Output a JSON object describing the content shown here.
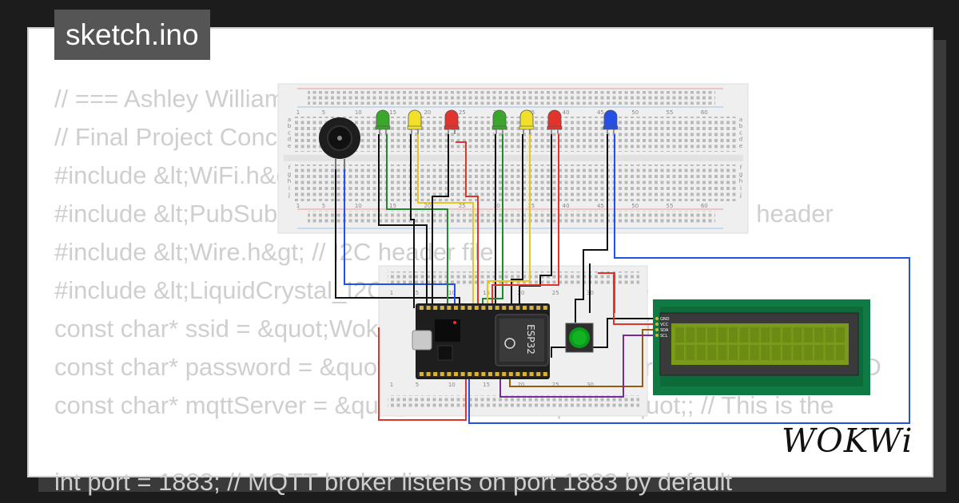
{
  "file_tab": {
    "label": "sketch.ino"
  },
  "code": {
    "lines": [
      "// === Ashley Williams ===",
      "// Final Project Concept",
      "#include &lt;WiFi.h&gt;",
      "#include &lt;PubSubClient.h&gt; // MQTT publish and subscribe header",
      "#include &lt;Wire.h&gt; // I2C header file",
      "#include &lt;LiquidCrystal_I2C.h&gt; // LCD header file",
      "const char* ssid = &quot;Wokwi-GUEST&quot;; // WiFi access point",
      "const char* password = &quot;&quot;; // no password required for this SSID",
      "const char* mqttServer = &quot;broker.hivemq.com&quot;; // This is the",
      "",
      "int port = 1883; // MQTT broker listens on port 1883 by default"
    ]
  },
  "breadboard_top": {
    "numbers": [
      "1",
      "5",
      "10",
      "15",
      "20",
      "25",
      "30",
      "35",
      "40",
      "45",
      "50",
      "55",
      "60"
    ],
    "rows": [
      "a",
      "b",
      "c",
      "d",
      "e",
      "f",
      "g",
      "h",
      "i",
      "j"
    ]
  },
  "breadboard_bottom": {
    "numbers": [
      "1",
      "5",
      "10",
      "15",
      "20",
      "25",
      "30"
    ]
  },
  "components": {
    "esp32_label": "ESP32",
    "lcd_pins": [
      "GND",
      "VCC",
      "SDA",
      "SCL"
    ]
  },
  "colors": {
    "led_green": "#3aa72c",
    "led_yellow": "#f1e02a",
    "led_red": "#e0342c",
    "led_blue": "#2450e6",
    "pcb_green": "#0f7a43",
    "lcd_screen": "#7a9a1a"
  },
  "logo": {
    "text": "WOKWi"
  }
}
